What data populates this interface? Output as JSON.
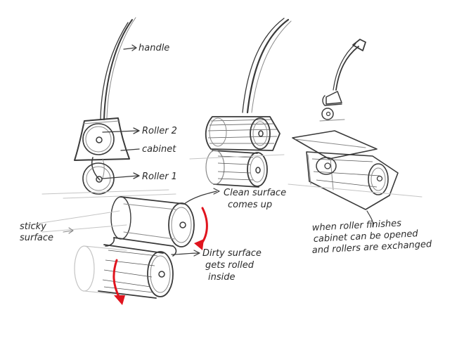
{
  "labels": {
    "handle": "handle",
    "roller2": "Roller 2",
    "cabinet": "cabinet",
    "roller1": "Roller 1",
    "clean_surface_1": "Clean surface",
    "clean_surface_2": "comes up",
    "sticky_1": "sticky",
    "sticky_2": "surface",
    "dirty_1": "Dirty surface",
    "dirty_2": "gets rolled",
    "dirty_3": "inside",
    "note_1": "when roller finishes",
    "note_2": "cabinet can be opened",
    "note_3": "and rollers are exchanged"
  },
  "colors": {
    "ink": "#3a3a3a",
    "arrow_red": "#e0141e",
    "paper": "#ffffff"
  }
}
